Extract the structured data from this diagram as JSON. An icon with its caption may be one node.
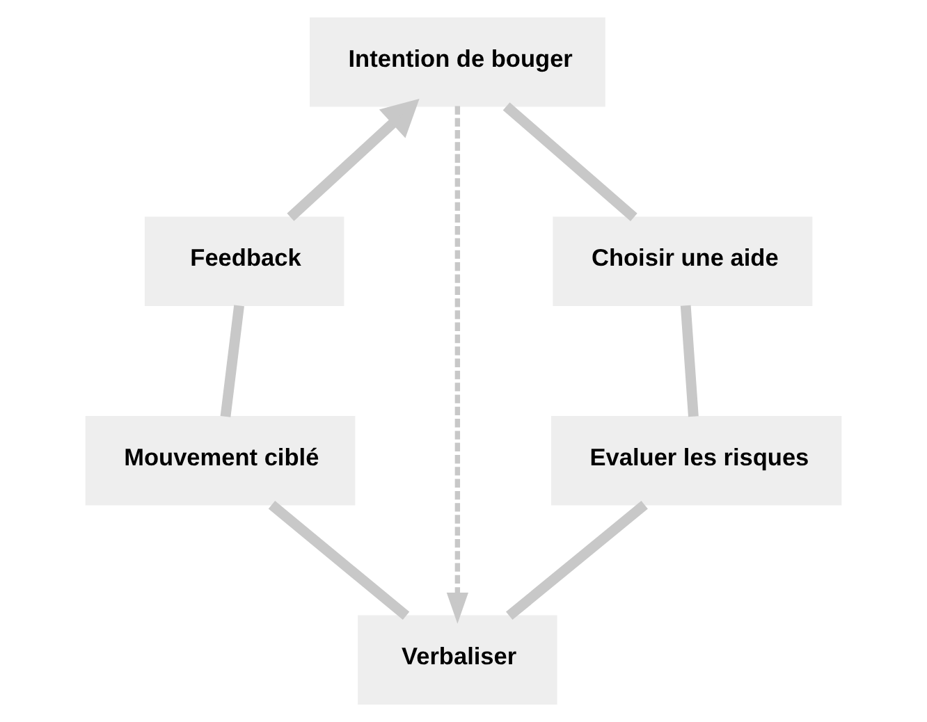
{
  "diagram": {
    "nodes": [
      {
        "text": [
          "Intention de bouger"
        ]
      },
      {
        "text": [
          "Choisir une aide"
        ]
      },
      {
        "text": [
          "Evaluer les risques"
        ]
      },
      {
        "text": [
          "Verbaliser"
        ]
      },
      {
        "text": [
          "Mouvement ciblé"
        ]
      },
      {
        "text": [
          "Feedback"
        ]
      }
    ],
    "edges": [
      {
        "from": 0,
        "to": 1,
        "arrow": "none"
      },
      {
        "from": 1,
        "to": 2,
        "arrow": "none"
      },
      {
        "from": 2,
        "to": 3,
        "arrow": "none"
      },
      {
        "from": 3,
        "to": 4,
        "arrow": "none"
      },
      {
        "from": 4,
        "to": 5,
        "arrow": "none"
      },
      {
        "from": 5,
        "to": 0,
        "arrow": "to"
      },
      {
        "from": 0,
        "to": 3,
        "arrow": "to",
        "style": "dashed"
      }
    ]
  }
}
